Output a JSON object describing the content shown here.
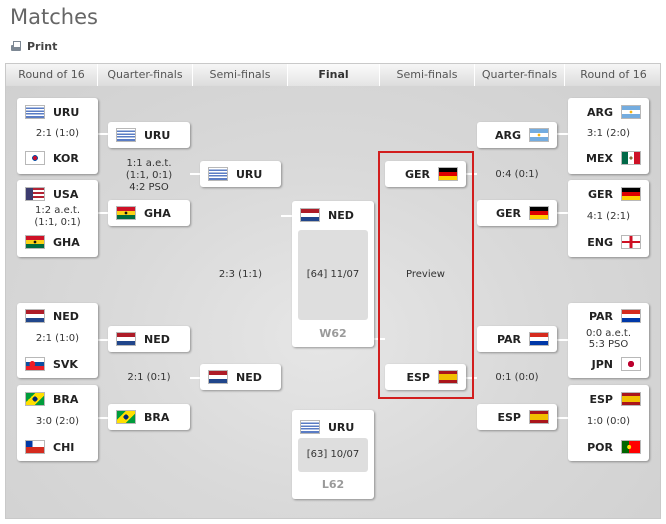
{
  "page": {
    "title": "Matches",
    "print_label": "Print"
  },
  "headers": [
    "Round of 16",
    "Quarter-finals",
    "Semi-finals",
    "Final",
    "Semi-finals",
    "Quarter-finals",
    "Round of 16"
  ],
  "round_of_16": [
    {
      "home": {
        "code": "URU"
      },
      "away": {
        "code": "KOR"
      },
      "score": [
        "2:1 (1:0)"
      ]
    },
    {
      "home": {
        "code": "USA"
      },
      "away": {
        "code": "GHA"
      },
      "score": [
        "1:2 a.e.t.",
        "(1:1, 0:1)"
      ]
    },
    {
      "home": {
        "code": "NED"
      },
      "away": {
        "code": "SVK"
      },
      "score": [
        "2:1 (1:0)"
      ]
    },
    {
      "home": {
        "code": "BRA"
      },
      "away": {
        "code": "CHI"
      },
      "score": [
        "3:0 (2:0)"
      ]
    },
    {
      "home": {
        "code": "ARG"
      },
      "away": {
        "code": "MEX"
      },
      "score": [
        "3:1 (2:0)"
      ]
    },
    {
      "home": {
        "code": "GER"
      },
      "away": {
        "code": "ENG"
      },
      "score": [
        "4:1 (2:1)"
      ]
    },
    {
      "home": {
        "code": "PAR"
      },
      "away": {
        "code": "JPN"
      },
      "score": [
        "0:0 a.e.t.",
        "5:3 PSO"
      ]
    },
    {
      "home": {
        "code": "ESP"
      },
      "away": {
        "code": "POR"
      },
      "score": [
        "1:0 (0:0)"
      ]
    }
  ],
  "quarter_finals": [
    {
      "home": {
        "code": "URU"
      },
      "away": {
        "code": "GHA"
      },
      "score": [
        "1:1 a.e.t.",
        "(1:1, 0:1)",
        "4:2 PSO"
      ]
    },
    {
      "home": {
        "code": "NED"
      },
      "away": {
        "code": "BRA"
      },
      "score": [
        "2:1 (0:1)"
      ]
    },
    {
      "home": {
        "code": "ARG"
      },
      "away": {
        "code": "GER"
      },
      "score": [
        "0:4 (0:1)"
      ]
    },
    {
      "home": {
        "code": "PAR"
      },
      "away": {
        "code": "ESP"
      },
      "score": [
        "0:1 (0:0)"
      ]
    }
  ],
  "semi_finals": [
    {
      "home": {
        "code": "URU"
      },
      "away": {
        "code": "NED"
      },
      "score": [
        "2:3 (1:1)"
      ]
    },
    {
      "home": {
        "code": "GER"
      },
      "away": {
        "code": "ESP"
      },
      "score": [
        "Preview"
      ]
    }
  ],
  "final": {
    "team": {
      "code": "NED"
    },
    "info": "[64] 11/07",
    "placeholder": "W62"
  },
  "third_place": {
    "team": {
      "code": "URU"
    },
    "info": "[63] 10/07",
    "placeholder": "L62"
  },
  "colors": {
    "highlight": "#d21e1e"
  }
}
